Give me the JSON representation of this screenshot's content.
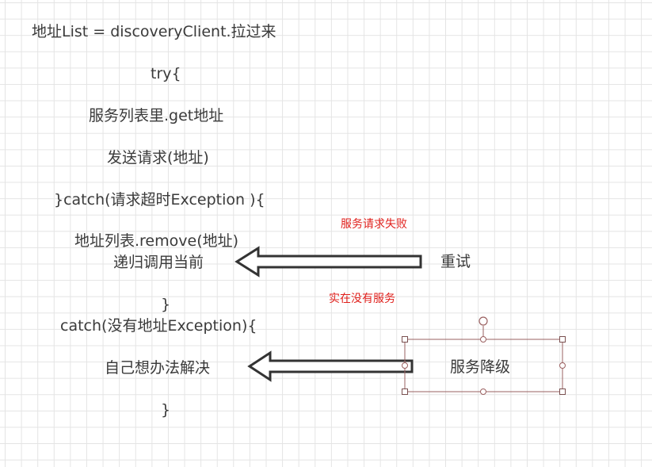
{
  "code": {
    "line1": "地址List = discoveryClient.拉过来",
    "line2": "try{",
    "line3": "服务列表里.get地址",
    "line4": "发送请求(地址)",
    "line5": "}catch(请求超时Exception ){",
    "line6": "地址列表.remove(地址)",
    "line7": "递归调用当前",
    "line8": "}",
    "line9": "catch(没有地址Exception){",
    "line10": "自己想办法解决",
    "line11": "}"
  },
  "annotations": {
    "service_request_failed": "服务请求失败",
    "retry": "重试",
    "really_no_service": "实在没有服务",
    "service_degradation": "服务降级"
  },
  "colors": {
    "text": "#3a3a3a",
    "annotation_red": "#e0201c",
    "selection_box": "#9a6060",
    "arrow": "#333333"
  }
}
